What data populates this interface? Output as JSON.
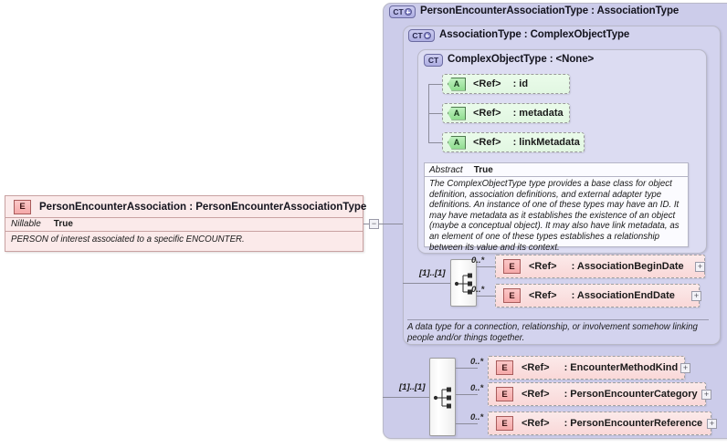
{
  "diagram": {
    "root_element": {
      "badge": "E",
      "title": "PersonEncounterAssociation : PersonEncounterAssociationType",
      "property_key": "Nillable",
      "property_value": "True",
      "documentation": "PERSON of interest associated to a specific ENCOUNTER.",
      "expander": "−"
    },
    "panels": [
      {
        "badge": "CT",
        "has_plus": true,
        "title": "PersonEncounterAssociationType : AssociationType"
      },
      {
        "badge": "CT",
        "has_plus": true,
        "title": "AssociationType : ComplexObjectType"
      },
      {
        "badge": "CT",
        "has_plus": false,
        "title": "ComplexObjectType : <None>"
      }
    ],
    "attributes": [
      {
        "badge": "A",
        "ref": "<Ref>",
        "name": ": id"
      },
      {
        "badge": "A",
        "ref": "<Ref>",
        "name": ": metadata"
      },
      {
        "badge": "A",
        "ref": "<Ref>",
        "name": ": linkMetadata"
      }
    ],
    "complex_object_annotation": {
      "key": "Abstract",
      "value": "True",
      "text": "The ComplexObjectType type provides a base class for object definition, association definitions, and external adapter type definitions. An instance of one of these types may have an ID. It may have metadata as it establishes the existence of an object (maybe a conceptual object). It may also have link metadata, as an element of one of these types establishes a relationship between its value and its context."
    },
    "association_annotation": {
      "text": "A data type for a connection, relationship, or involvement somehow linking people and/or things together."
    },
    "association_sequence": {
      "compositor": "sequence",
      "cardinality": "[1]..[1]",
      "elements": [
        {
          "occurs": "0..*",
          "badge": "E",
          "ref": "<Ref>",
          "name": ": AssociationBeginDate",
          "expander": "+"
        },
        {
          "occurs": "0..*",
          "badge": "E",
          "ref": "<Ref>",
          "name": ": AssociationEndDate",
          "expander": "+"
        }
      ]
    },
    "person_encounter_sequence": {
      "compositor": "sequence",
      "cardinality": "[1]..[1]",
      "elements": [
        {
          "occurs": "0..*",
          "badge": "E",
          "ref": "<Ref>",
          "name": ": EncounterMethodKind",
          "expander": "+"
        },
        {
          "occurs": "0..*",
          "badge": "E",
          "ref": "<Ref>",
          "name": ": PersonEncounterCategory",
          "expander": "+"
        },
        {
          "occurs": "0..*",
          "badge": "E",
          "ref": "<Ref>",
          "name": ": PersonEncounterReference",
          "expander": "+"
        }
      ]
    },
    "colors": {
      "panel_outer": "#ccccea",
      "panel_mid": "#d3d3ee",
      "panel_inner": "#dcdcf2",
      "element_fill": "#fad8d8",
      "attribute_fill": "#e2f7e2",
      "connector": "#8b8b9a"
    }
  }
}
